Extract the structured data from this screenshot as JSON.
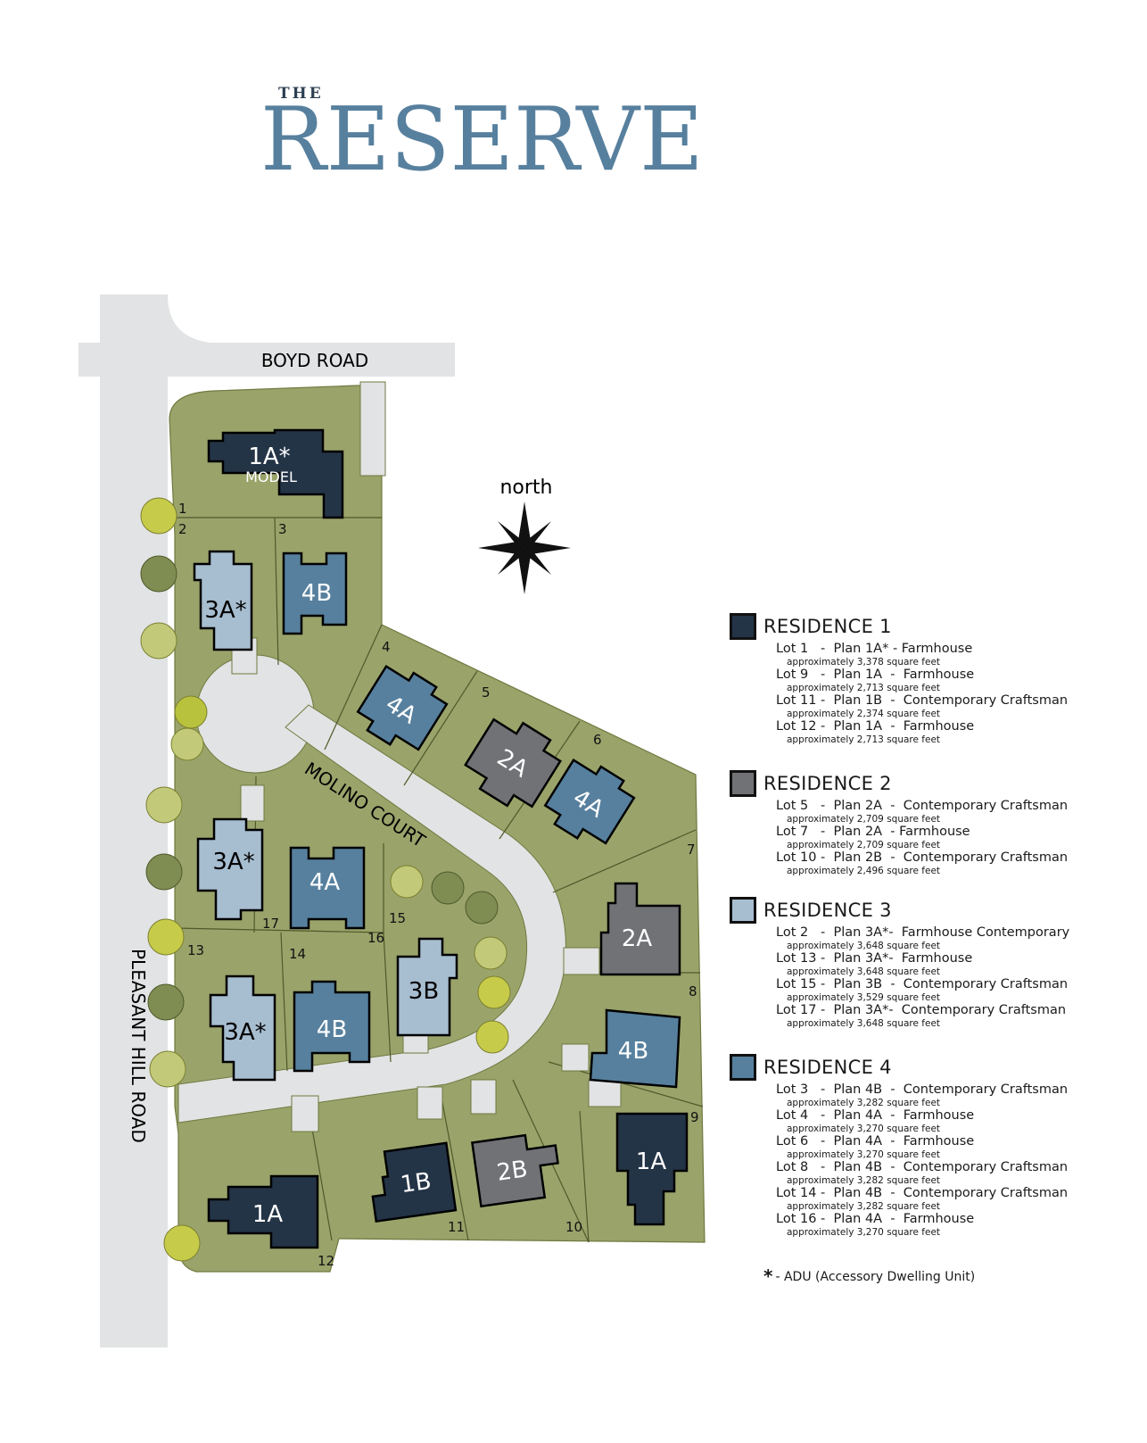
{
  "brand": {
    "the": "THE",
    "name": "RESERVE"
  },
  "roads": {
    "boyd": "BOYD ROAD",
    "pleasant_hill": "PLEASANT HILL ROAD",
    "court": "MOLINO COURT"
  },
  "compass": {
    "label": "north"
  },
  "houses": {
    "lot1": {
      "plan": "1A*",
      "sub": "MODEL"
    },
    "lot2": {
      "plan": "3A*"
    },
    "lot3": {
      "plan": "4B"
    },
    "lot4": {
      "plan": "4A"
    },
    "lot5": {
      "plan": "2A"
    },
    "lot6": {
      "plan": "4A"
    },
    "lot7": {
      "plan": "2A"
    },
    "lot8": {
      "plan": "4B"
    },
    "lot9": {
      "plan": "1A"
    },
    "lot10": {
      "plan": "2B"
    },
    "lot11": {
      "plan": "1B"
    },
    "lot12": {
      "plan": "1A"
    },
    "lot13": {
      "plan": "3A*"
    },
    "lot14": {
      "plan": "4B"
    },
    "lot15": {
      "plan": "3B"
    },
    "lot16": {
      "plan": "4A"
    },
    "lot17": {
      "plan": "3A*"
    }
  },
  "lot_numbers": [
    "1",
    "2",
    "3",
    "4",
    "5",
    "6",
    "7",
    "8",
    "9",
    "10",
    "11",
    "12",
    "13",
    "14",
    "15",
    "16",
    "17"
  ],
  "colors": {
    "residence1": "#243447",
    "residence2": "#707276",
    "residence3": "#a7bdd0",
    "residence4": "#57809e",
    "lot_fill": "#9aa36a",
    "road": "#e2e3e4",
    "brand_accent": "#57809e",
    "brand_dark": "#2d3f52"
  },
  "legend": {
    "groups": [
      {
        "title": "RESIDENCE 1",
        "lots": [
          {
            "line": "Lot 1   -  Plan 1A* - Farmhouse",
            "area": "approximately 3,378 square feet"
          },
          {
            "line": "Lot 9   -  Plan 1A  -  Farmhouse",
            "area": "approximately 2,713 square feet"
          },
          {
            "line": "Lot 11 -  Plan 1B  -  Contemporary Craftsman",
            "area": "approximately 2,374 square feet"
          },
          {
            "line": "Lot 12 -  Plan 1A  -  Farmhouse",
            "area": "approximately 2,713 square feet"
          }
        ]
      },
      {
        "title": "RESIDENCE 2",
        "lots": [
          {
            "line": "Lot 5   -  Plan 2A  -  Contemporary Craftsman",
            "area": "approximately 2,709 square feet"
          },
          {
            "line": "Lot 7   -  Plan 2A  - Farmhouse",
            "area": "approximately 2,709 square feet"
          },
          {
            "line": "Lot 10 -  Plan 2B  -  Contemporary Craftsman",
            "area": "approximately 2,496 square feet"
          }
        ]
      },
      {
        "title": "RESIDENCE 3",
        "lots": [
          {
            "line": "Lot 2   -  Plan 3A*-  Farmhouse Contemporary",
            "area": "approximately 3,648 square feet"
          },
          {
            "line": "Lot 13 -  Plan 3A*-  Farmhouse",
            "area": "approximately 3,648 square feet"
          },
          {
            "line": "Lot 15 -  Plan 3B  -  Contemporary Craftsman",
            "area": "approximately 3,529 square feet"
          },
          {
            "line": "Lot 17 -  Plan 3A*-  Contemporary Craftsman",
            "area": "approximately 3,648 square feet"
          }
        ]
      },
      {
        "title": "RESIDENCE 4",
        "lots": [
          {
            "line": "Lot 3   -  Plan 4B  -  Contemporary Craftsman",
            "area": "approximately 3,282 square feet"
          },
          {
            "line": "Lot 4   -  Plan 4A  -  Farmhouse",
            "area": "approximately 3,270 square feet"
          },
          {
            "line": "Lot 6   -  Plan 4A  -  Farmhouse",
            "area": "approximately 3,270 square feet"
          },
          {
            "line": "Lot 8   -  Plan 4B  -  Contemporary Craftsman",
            "area": "approximately 3,282 square feet"
          },
          {
            "line": "Lot 14 -  Plan 4B  -  Contemporary Craftsman",
            "area": "approximately 3,282 square feet"
          },
          {
            "line": "Lot 16 -  Plan 4A  -  Farmhouse",
            "area": "approximately 3,270 square feet"
          }
        ]
      }
    ],
    "adu_note": "- ADU (Accessory Dwelling Unit)"
  }
}
